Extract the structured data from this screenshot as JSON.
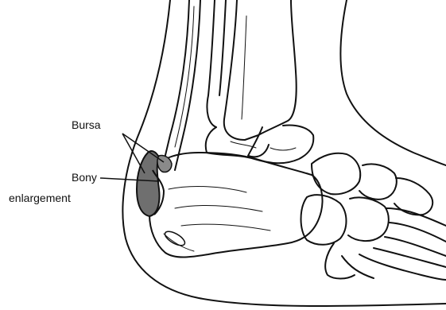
{
  "labels": {
    "bursa": "Bursa",
    "bony_line1": "Bony",
    "bony_line2": "enlargement"
  },
  "colors": {
    "line": "#111111",
    "bursa_fill": "#6f6f6f",
    "bone_fill": "#ffffff"
  }
}
